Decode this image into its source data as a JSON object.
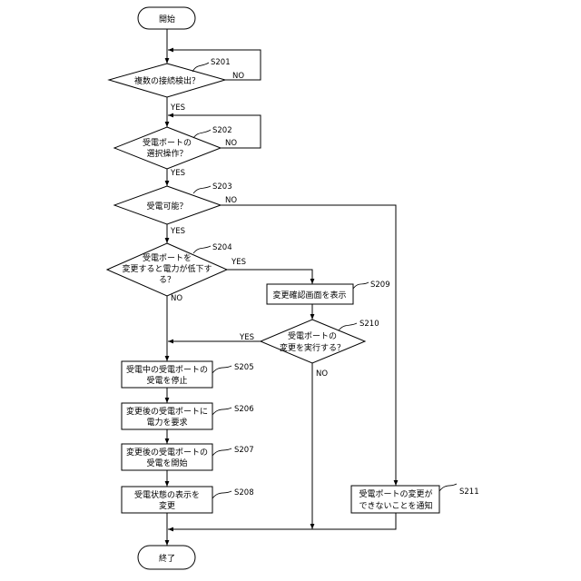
{
  "nodes": {
    "start": {
      "text": "開始"
    },
    "s201": {
      "step": "S201",
      "lines": [
        "複数の接続検出？"
      ],
      "yes_label": "YES",
      "no_label": "NO"
    },
    "s202": {
      "step": "S202",
      "lines": [
        "受電ポートの",
        "選択操作？"
      ],
      "yes_label": "YES",
      "no_label": "NO"
    },
    "s203": {
      "step": "S203",
      "lines": [
        "受電可能？"
      ],
      "yes_label": "YES",
      "no_label": "NO"
    },
    "s204": {
      "step": "S204",
      "lines": [
        "受電ポートを",
        "変更すると電力が低下す",
        "る？"
      ],
      "yes_label": "YES",
      "no_label": "NO"
    },
    "s209": {
      "step": "S209",
      "lines": [
        "変更確認画面を表示"
      ]
    },
    "s210": {
      "step": "S210",
      "lines": [
        "受電ポートの",
        "変更を実行する？"
      ],
      "yes_label": "YES",
      "no_label": "NO"
    },
    "s205": {
      "step": "S205",
      "lines": [
        "受電中の受電ポートの",
        "受電を停止"
      ]
    },
    "s206": {
      "step": "S206",
      "lines": [
        "変更後の受電ポートに",
        "電力を要求"
      ]
    },
    "s207": {
      "step": "S207",
      "lines": [
        "変更後の受電ポートの",
        "受電を開始"
      ]
    },
    "s208": {
      "step": "S208",
      "lines": [
        "受電状態の表示を",
        "変更"
      ]
    },
    "s211": {
      "step": "S211",
      "lines": [
        "受電ポートの変更が",
        "できないことを通知"
      ]
    },
    "end": {
      "text": "終了"
    }
  }
}
